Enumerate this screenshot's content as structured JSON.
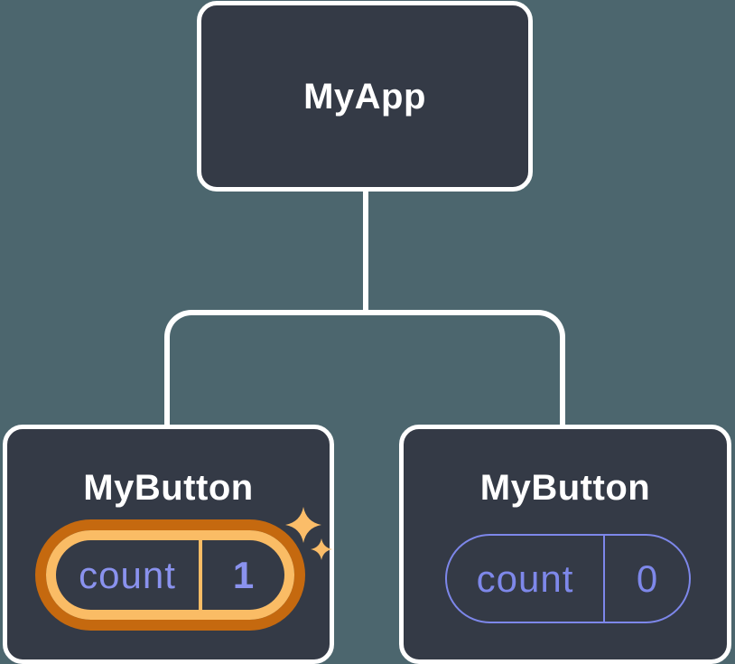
{
  "diagram": {
    "background_color": "#4c666e",
    "node_fill_color": "#343a46",
    "node_border_color": "#ffffff",
    "connector_color": "#ffffff",
    "root": {
      "title": "MyApp"
    },
    "children": [
      {
        "title": "MyButton",
        "state": {
          "label": "count",
          "value": "1"
        },
        "highlighted": true,
        "highlight_ring_outer_color": "#c5690f",
        "highlight_ring_inner_color": "#fabc65",
        "sparkle_color": "#fbbd69",
        "state_text_color": "#8a92ee"
      },
      {
        "title": "MyButton",
        "state": {
          "label": "count",
          "value": "0"
        },
        "highlighted": false,
        "outline_color": "#7d87ea",
        "state_text_color": "#7e88ea"
      }
    ]
  }
}
